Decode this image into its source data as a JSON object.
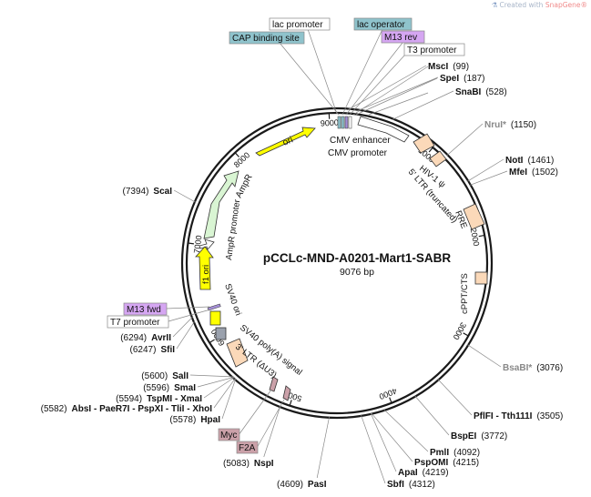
{
  "branding": {
    "created_with": "Created with",
    "product": "SnapGene",
    "mark": "®"
  },
  "plasmid": {
    "name": "pCCLc-MND-A0201-Mart1-SABR",
    "length_label": "9076 bp",
    "length_bp": 9076
  },
  "colors": {
    "backbone": "#1a1a1a",
    "feature_orange": "#fbd9b9",
    "ori_yellow": "#ffff00",
    "ampr_green": "#d9f5d3",
    "promoter_white": "#ffffff",
    "purple": "#a48fd6",
    "pink_tag": "#cba1a9",
    "grey": "#9aa1ad",
    "teal_label": "#8fc3cc",
    "violet_label": "#d5a6f2",
    "nonunique_grey": "#888888"
  },
  "ticks": [
    "1000",
    "2000",
    "3000",
    "4000",
    "5000",
    "6000",
    "7000",
    "8000",
    "9000"
  ],
  "top_features": [
    {
      "label": "lac promoter",
      "style": "box-white"
    },
    {
      "label": "CAP binding site",
      "style": "box-teal"
    },
    {
      "label": "lac operator",
      "style": "box-teal"
    },
    {
      "label": "M13 rev",
      "style": "box-violet"
    },
    {
      "label": "T3 promoter",
      "style": "box-white"
    }
  ],
  "left_features": [
    {
      "label": "M13 fwd",
      "style": "box-violet"
    },
    {
      "label": "T7 promoter",
      "style": "box-white"
    },
    {
      "label": "Myc",
      "style": "box-pink"
    },
    {
      "label": "F2A",
      "style": "box-pink"
    }
  ],
  "inner_labels": [
    {
      "id": "ori",
      "text": "ori"
    },
    {
      "id": "ampr",
      "text": "AmpR"
    },
    {
      "id": "ampr_promoter",
      "text": "AmpR promoter"
    },
    {
      "id": "f1_ori",
      "text": "f1 ori"
    },
    {
      "id": "sv40_ori",
      "text": "SV40 ori"
    },
    {
      "id": "sv40_polya",
      "text": "SV40 poly(A) signal"
    },
    {
      "id": "ltr3",
      "text": "3' LTR (ΔU3)"
    },
    {
      "id": "cmv_enhancer",
      "text": "CMV enhancer"
    },
    {
      "id": "cmv_promoter",
      "text": "CMV promoter"
    },
    {
      "id": "hiv_psi",
      "text": "HIV-1 ψ"
    },
    {
      "id": "ltr5",
      "text": "5' LTR (truncated)"
    },
    {
      "id": "rre",
      "text": "RRE"
    },
    {
      "id": "cppt",
      "text": "cPPT/CTS"
    }
  ],
  "sites_right": [
    {
      "name": "MscI",
      "pos": "(99)",
      "unique": true
    },
    {
      "name": "SpeI",
      "pos": "(187)",
      "unique": true
    },
    {
      "name": "SnaBI",
      "pos": "(528)",
      "unique": true
    },
    {
      "name": "NruI*",
      "pos": "(1150)",
      "unique": false
    },
    {
      "name": "NotI",
      "pos": "(1461)",
      "unique": true
    },
    {
      "name": "MfeI",
      "pos": "(1502)",
      "unique": true
    },
    {
      "name": "BsaBI*",
      "pos": "(3076)",
      "unique": false
    },
    {
      "name": "PflFI - Tth111I",
      "pos": "(3505)",
      "unique": true
    },
    {
      "name": "BspEI",
      "pos": "(3772)",
      "unique": true
    },
    {
      "name": "PmlI",
      "pos": "(4092)",
      "unique": true
    },
    {
      "name": "PspOMI",
      "pos": "(4215)",
      "unique": true
    },
    {
      "name": "ApaI",
      "pos": "(4219)",
      "unique": true
    },
    {
      "name": "SbfI",
      "pos": "(4312)",
      "unique": true
    }
  ],
  "sites_bottom": [
    {
      "name": "PasI",
      "pos": "(4609)",
      "unique": true
    },
    {
      "name": "NspI",
      "pos": "(5083)",
      "unique": true
    }
  ],
  "sites_left": [
    {
      "name": "ScaI",
      "pos": "(7394)",
      "unique": true
    },
    {
      "name": "AvrII",
      "pos": "(6294)",
      "unique": true
    },
    {
      "name": "SfiI",
      "pos": "(6247)",
      "unique": true
    },
    {
      "name": "SalI",
      "pos": "(5600)",
      "unique": true
    },
    {
      "name": "SmaI",
      "pos": "(5596)",
      "unique": true
    },
    {
      "name": "TspMI - XmaI",
      "pos": "(5594)",
      "unique": true
    },
    {
      "name": "AbsI - PaeR7I - PspXI - TliI - XhoI",
      "pos": "(5582)",
      "unique": true
    },
    {
      "name": "HpaI",
      "pos": "(5578)",
      "unique": true
    }
  ]
}
